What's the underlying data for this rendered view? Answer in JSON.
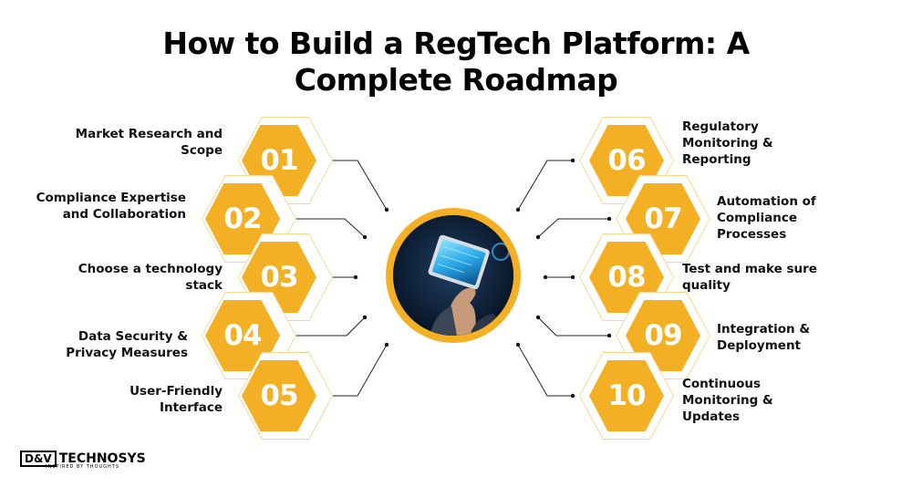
{
  "title_line1": "How to Build a RegTech Platform: A",
  "title_line2": "Complete Roadmap",
  "colors": {
    "accent": "#f3b024",
    "outline": "#f6d58a",
    "center_bg": "#0c1a2e"
  },
  "steps": [
    {
      "num": "01",
      "label_line1": "Market Research and",
      "label_line2": "Scope",
      "label_line3": ""
    },
    {
      "num": "02",
      "label_line1": "Compliance Expertise",
      "label_line2": "and Collaboration",
      "label_line3": ""
    },
    {
      "num": "03",
      "label_line1": "Choose a technology",
      "label_line2": "stack",
      "label_line3": ""
    },
    {
      "num": "04",
      "label_line1": "Data Security &",
      "label_line2": "Privacy Measures",
      "label_line3": ""
    },
    {
      "num": "05",
      "label_line1": "User-Friendly",
      "label_line2": "Interface",
      "label_line3": ""
    },
    {
      "num": "06",
      "label_line1": "Regulatory",
      "label_line2": "Monitoring &",
      "label_line3": "Reporting"
    },
    {
      "num": "07",
      "label_line1": "Automation of",
      "label_line2": "Compliance",
      "label_line3": "Processes"
    },
    {
      "num": "08",
      "label_line1": "Test and make sure",
      "label_line2": "quality",
      "label_line3": ""
    },
    {
      "num": "09",
      "label_line1": "Integration &",
      "label_line2": "Deployment",
      "label_line3": ""
    },
    {
      "num": "10",
      "label_line1": "Continuous",
      "label_line2": "Monitoring &",
      "label_line3": "Updates"
    }
  ],
  "center_image": "hand-holding-tablet-photo",
  "logo": {
    "box": "D&V",
    "main": "TECHNOSYS",
    "tagline": "INSPIRED BY THOUGHTS"
  }
}
